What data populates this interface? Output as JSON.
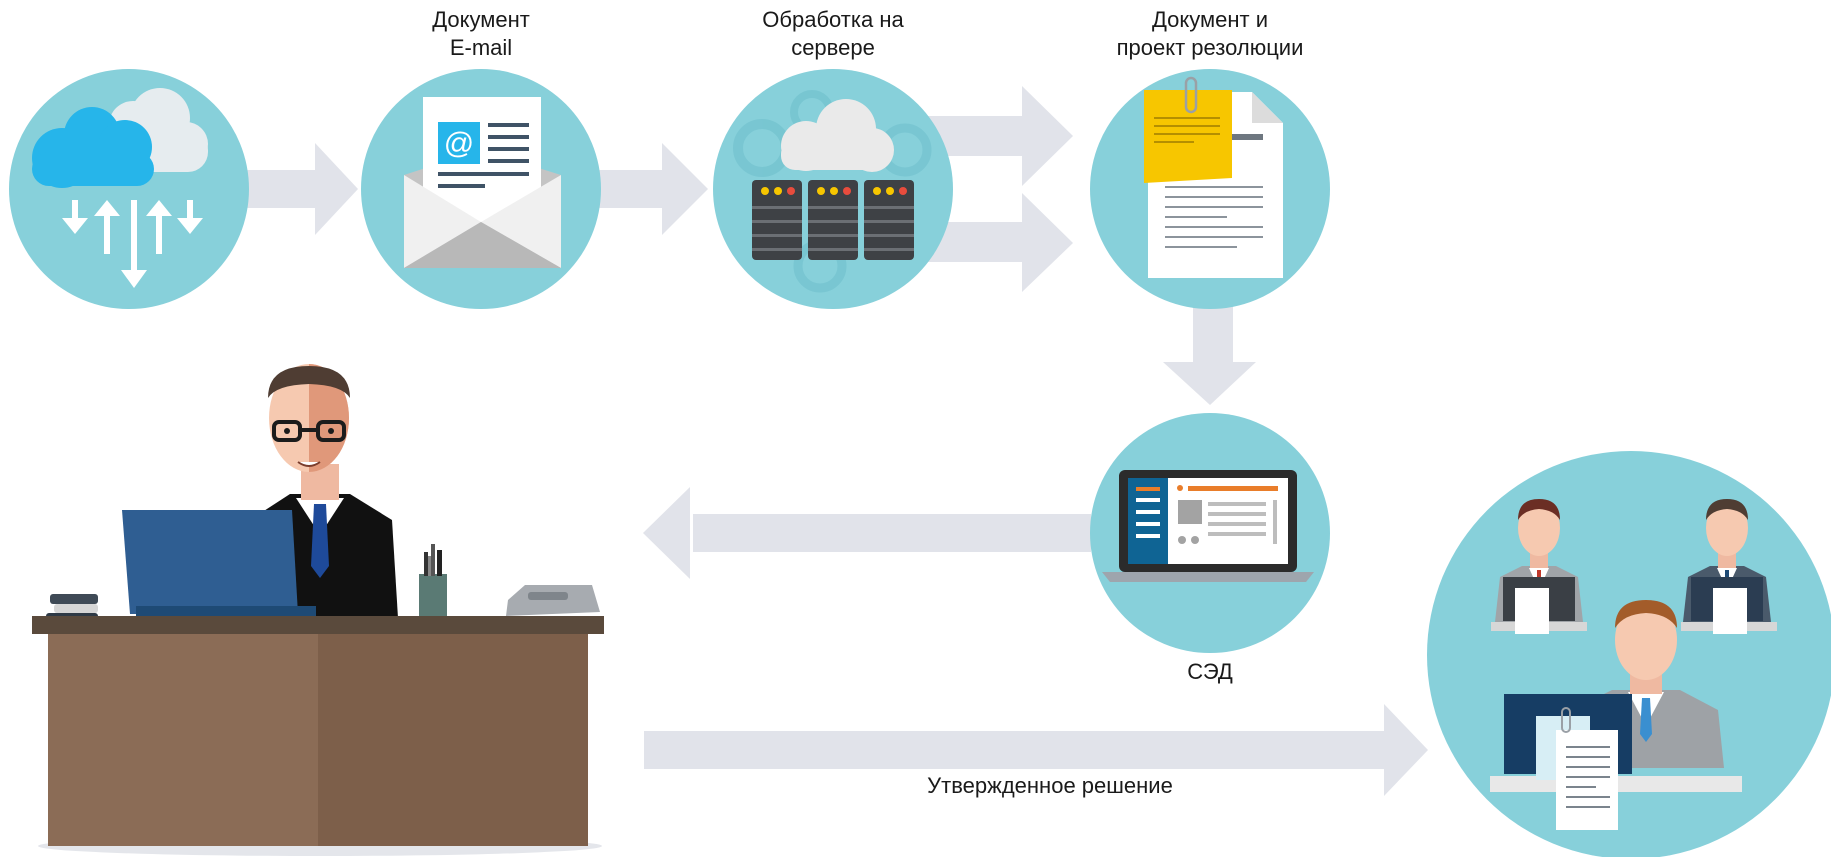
{
  "labels": {
    "email_line1": "Документ",
    "email_line2": "E-mail",
    "server_line1": "Обработка на",
    "server_line2": "сервере",
    "doc_line1": "Документ и",
    "doc_line2": "проект резолюции",
    "sed": "СЭД",
    "approved": "Утвержденное решение"
  },
  "email_icon": {
    "glyph": "@"
  },
  "colors": {
    "circle": "#87d0da",
    "arrow": "#e1e3ea",
    "cloud_blue": "#26b5ea",
    "server_dark": "#3e4145",
    "sticky_note": "#f7c600",
    "desk": "#7d5f4a",
    "laptop_blue": "#2f5e92"
  }
}
